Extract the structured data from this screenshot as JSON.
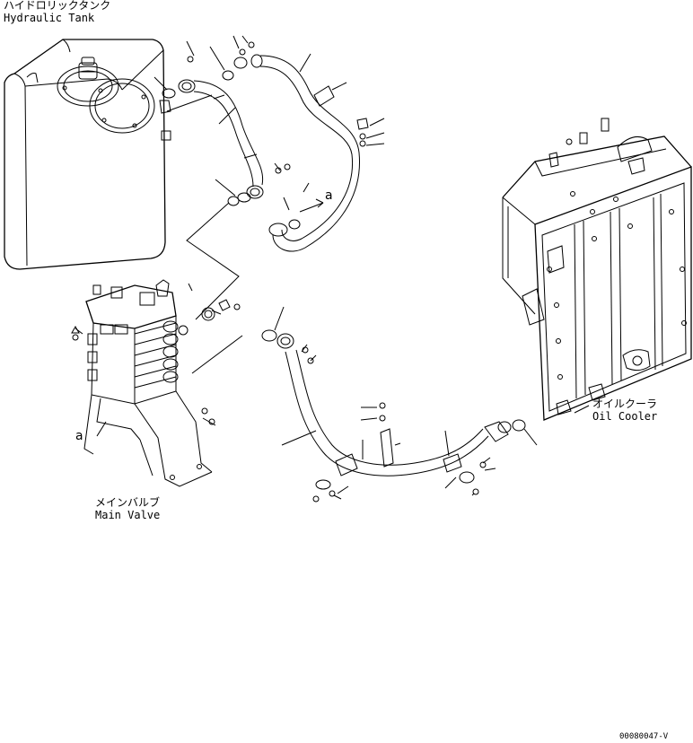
{
  "labels": {
    "hydraulic_tank_jp": "ハイドロリックタンク",
    "hydraulic_tank_en": "Hydraulic Tank",
    "main_valve_jp": "メインバルブ",
    "main_valve_en": "Main Valve",
    "oil_cooler_jp": "オイルクーラ",
    "oil_cooler_en": "Oil Cooler"
  },
  "references": {
    "a_top": "a",
    "a_bottom": "a"
  },
  "drawing_number": "00080047-V"
}
